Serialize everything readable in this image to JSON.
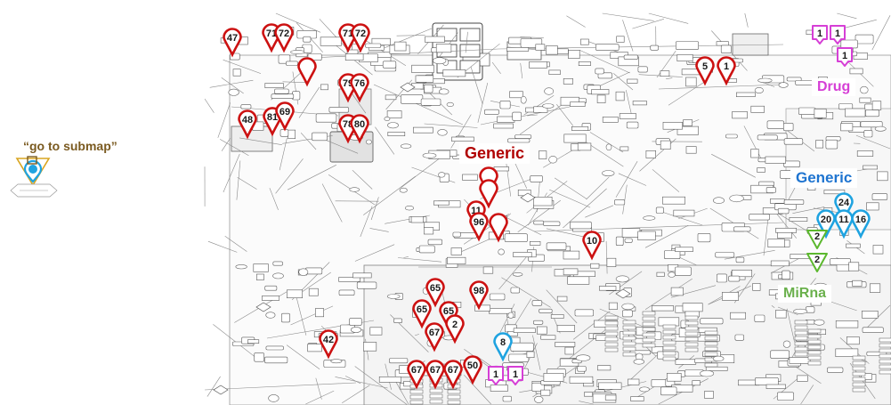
{
  "legend": {
    "submap_label": "“go to submap”"
  },
  "labels": {
    "generic_red": "Generic",
    "generic_blue": "Generic",
    "drug": "Drug",
    "mirna": "MiRna"
  },
  "colors": {
    "red_marker": "#cc1111",
    "blue_marker": "#1fa3e0",
    "magenta_marker": "#d63fd6",
    "green_marker": "#5cb82e",
    "submap_gold": "#d9a520",
    "label_red": "#b00000",
    "label_blue": "#1e74d0",
    "label_magenta": "#d63fd6",
    "label_green": "#6ab04c",
    "label_brown": "#7a5a20"
  },
  "markers": {
    "red": [
      "47",
      "71",
      "72",
      "71",
      "72",
      "",
      "79",
      "76",
      "48",
      "81",
      "69",
      "78",
      "80",
      "",
      "",
      "11",
      "96",
      "",
      "10",
      "65",
      "98",
      "65",
      "65",
      "2",
      "67",
      "42",
      "67",
      "67",
      "67",
      "50",
      "5",
      "1"
    ],
    "blue": [
      "24",
      "20",
      "11",
      "16",
      "8"
    ],
    "magenta": [
      "1",
      "1",
      "1",
      "1",
      "1"
    ],
    "green": [
      "2",
      "2"
    ]
  }
}
